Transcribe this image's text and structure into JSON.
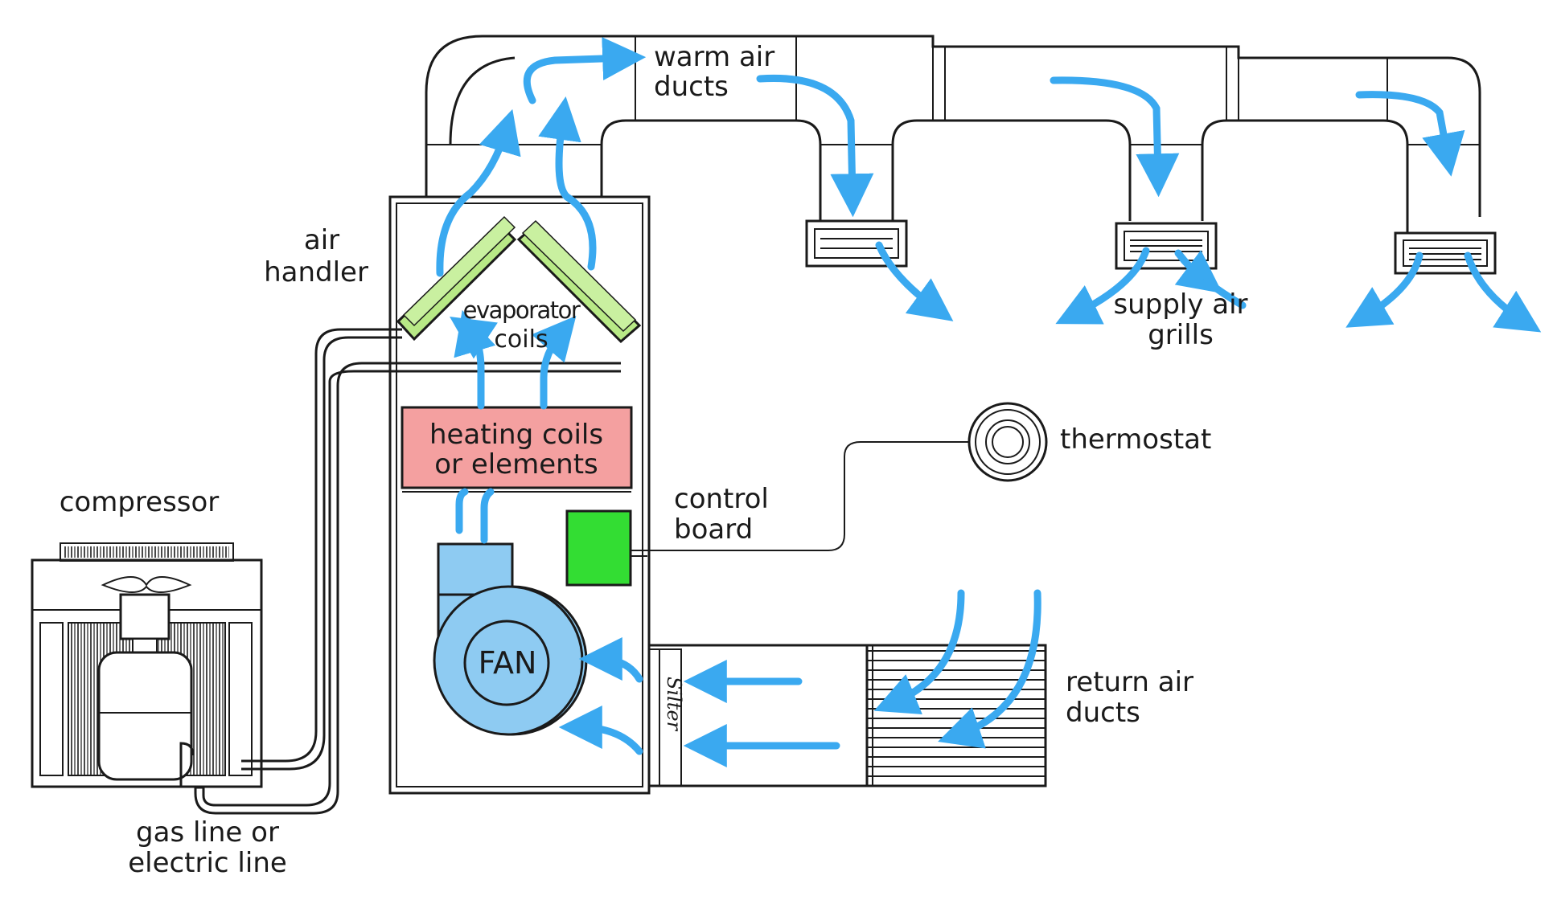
{
  "colors": {
    "airflow": "#3aa9f0",
    "evaporator": "#b8e986",
    "heating": "#f4a0a0",
    "fan": "#8ecbf2",
    "control_board": "#33dd33",
    "outline": "#1a1a1a"
  },
  "labels": {
    "warm_air_ducts": [
      "warm air",
      "ducts"
    ],
    "air_handler": [
      "air",
      "handler"
    ],
    "evaporator_coils": [
      "evaporator",
      "coils"
    ],
    "heating_coils": [
      "heating coils",
      "or elements"
    ],
    "supply_air_grills": [
      "supply air",
      "grills"
    ],
    "thermostat": "thermostat",
    "control_board": [
      "control",
      "board"
    ],
    "compressor": "compressor",
    "gas_line": [
      "gas line or",
      "electric line"
    ],
    "return_air_ducts": [
      "return air",
      "ducts"
    ],
    "fan": "FAN",
    "filter_brand": "Silter"
  },
  "icons": [
    "airflow-arrow",
    "thermostat-icon",
    "fan-icon",
    "grill-icon",
    "compressor-icon"
  ]
}
